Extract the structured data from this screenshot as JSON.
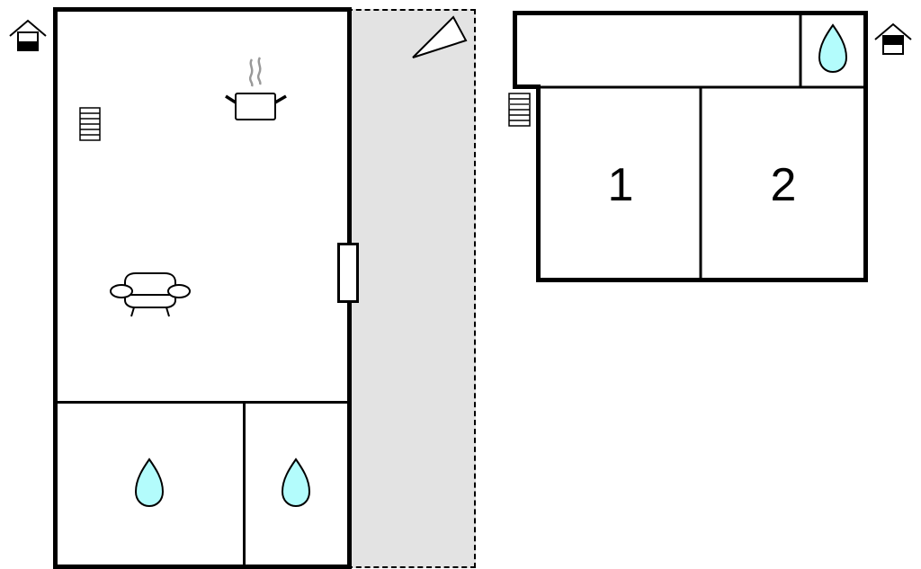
{
  "floorplan": {
    "floors": [
      {
        "name": "ground-floor",
        "level_icon": "house-level-ground-icon",
        "rooms": [
          {
            "id": "living-kitchen",
            "icons": [
              "cooking-pot-icon",
              "armchair-icon",
              "stairs-icon"
            ]
          },
          {
            "id": "bathroom-1",
            "icons": [
              "water-drop-icon"
            ]
          },
          {
            "id": "bathroom-2",
            "icons": [
              "water-drop-icon"
            ]
          },
          {
            "id": "terrace",
            "style": "dashed-outline-grey",
            "icons": [
              "terrace-wedge-icon"
            ]
          }
        ],
        "door": {
          "type": "terrace-door"
        }
      },
      {
        "name": "upper-floor",
        "level_icon": "house-level-upper-icon",
        "rooms": [
          {
            "id": "hallway",
            "icons": []
          },
          {
            "id": "bathroom-3",
            "icons": [
              "water-drop-icon"
            ]
          },
          {
            "id": "bedroom-1",
            "label": "1"
          },
          {
            "id": "bedroom-2",
            "label": "2"
          }
        ],
        "stairs_icon": "stairs-icon"
      }
    ],
    "colors": {
      "wall": "#000000",
      "terrace_fill": "#e3e3e3",
      "water_fill": "#b3fcfc",
      "steam": "#999999"
    }
  },
  "labels": {
    "bedroom_1": "1",
    "bedroom_2": "2"
  }
}
